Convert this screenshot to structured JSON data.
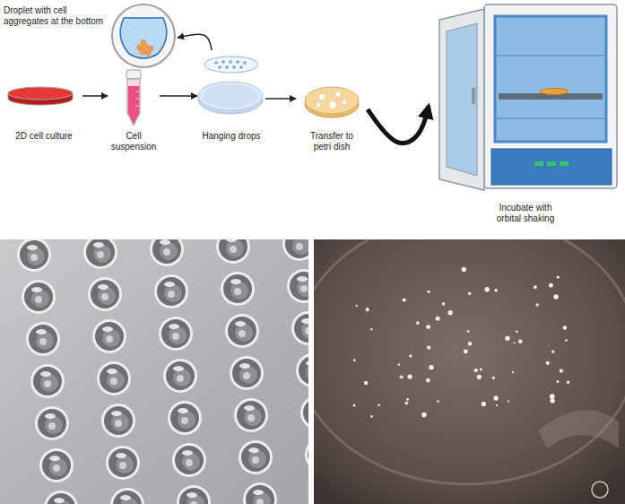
{
  "diagram": {
    "nodes": [
      {
        "text": [
          "Droplet with cell aggregates at the bottom"
        ]
      },
      {
        "text": [
          "2D cell culture"
        ]
      },
      {
        "text": [
          "Cell suspension"
        ]
      },
      {
        "text": [
          "Hanging drops"
        ]
      },
      {
        "text": [
          "Transfer to petri dish"
        ]
      },
      {
        "text": [
          "Incubate with orbital shaking"
        ]
      }
    ],
    "edges": [
      {
        "from": 1,
        "to": 2,
        "arrow": "to"
      },
      {
        "from": 2,
        "to": 3,
        "arrow": "to"
      },
      {
        "from": 3,
        "to": 4,
        "arrow": "to"
      },
      {
        "from": 3,
        "to": 0,
        "arrow": "to"
      },
      {
        "from": 4,
        "to": 5,
        "arrow": "to"
      }
    ]
  }
}
